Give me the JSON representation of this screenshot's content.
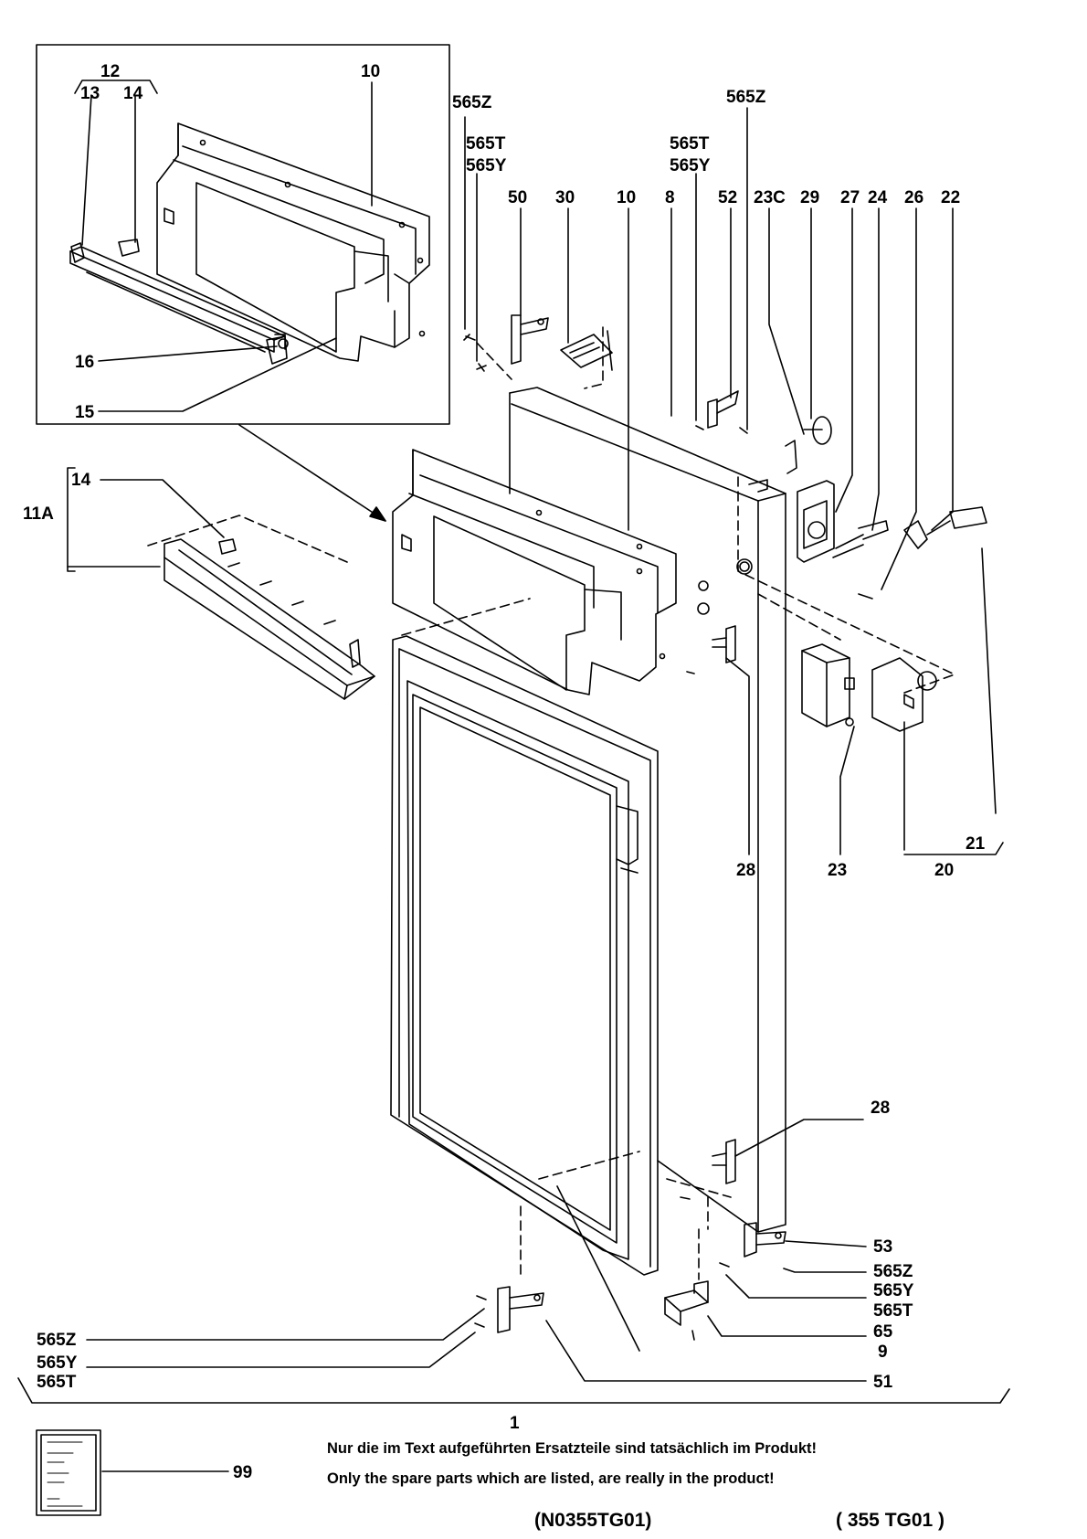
{
  "callouts": [
    {
      "id": "c-12",
      "text": "12"
    },
    {
      "id": "c-13",
      "text": "13"
    },
    {
      "id": "c-14a",
      "text": "14"
    },
    {
      "id": "c-10a",
      "text": "10"
    },
    {
      "id": "c-16",
      "text": "16"
    },
    {
      "id": "c-15",
      "text": "15"
    },
    {
      "id": "c-565z-a",
      "text": "565Z"
    },
    {
      "id": "c-565t-a",
      "text": "565T"
    },
    {
      "id": "c-565y-a",
      "text": "565Y"
    },
    {
      "id": "c-50",
      "text": "50"
    },
    {
      "id": "c-30",
      "text": "30"
    },
    {
      "id": "c-10b",
      "text": "10"
    },
    {
      "id": "c-8",
      "text": "8"
    },
    {
      "id": "c-565z-b",
      "text": "565Z"
    },
    {
      "id": "c-565t-b",
      "text": "565T"
    },
    {
      "id": "c-565y-b",
      "text": "565Y"
    },
    {
      "id": "c-52",
      "text": "52"
    },
    {
      "id": "c-23c",
      "text": "23C"
    },
    {
      "id": "c-29",
      "text": "29"
    },
    {
      "id": "c-27",
      "text": "27"
    },
    {
      "id": "c-24",
      "text": "24"
    },
    {
      "id": "c-26",
      "text": "26"
    },
    {
      "id": "c-22",
      "text": "22"
    },
    {
      "id": "c-11a",
      "text": "11A"
    },
    {
      "id": "c-14b",
      "text": "14"
    },
    {
      "id": "c-28a",
      "text": "28"
    },
    {
      "id": "c-23",
      "text": "23"
    },
    {
      "id": "c-21",
      "text": "21"
    },
    {
      "id": "c-20",
      "text": "20"
    },
    {
      "id": "c-28b",
      "text": "28"
    },
    {
      "id": "c-53",
      "text": "53"
    },
    {
      "id": "c-565z-c",
      "text": "565Z"
    },
    {
      "id": "c-565y-c",
      "text": "565Y"
    },
    {
      "id": "c-565t-c",
      "text": "565T"
    },
    {
      "id": "c-65",
      "text": "65"
    },
    {
      "id": "c-9",
      "text": "9"
    },
    {
      "id": "c-51",
      "text": "51"
    },
    {
      "id": "c-565z-d",
      "text": "565Z"
    },
    {
      "id": "c-565y-d",
      "text": "565Y"
    },
    {
      "id": "c-565t-d",
      "text": "565T"
    },
    {
      "id": "c-1",
      "text": "1"
    },
    {
      "id": "c-99",
      "text": "99"
    }
  ],
  "footer": {
    "note_de": "Nur die im Text aufgeführten Ersatzteile sind tatsächlich im Produkt!",
    "note_en": "Only the spare parts which are listed, are really in the product!",
    "drawing_code": "(N0355TG01)",
    "model_code": "( 355  TG01 )"
  }
}
